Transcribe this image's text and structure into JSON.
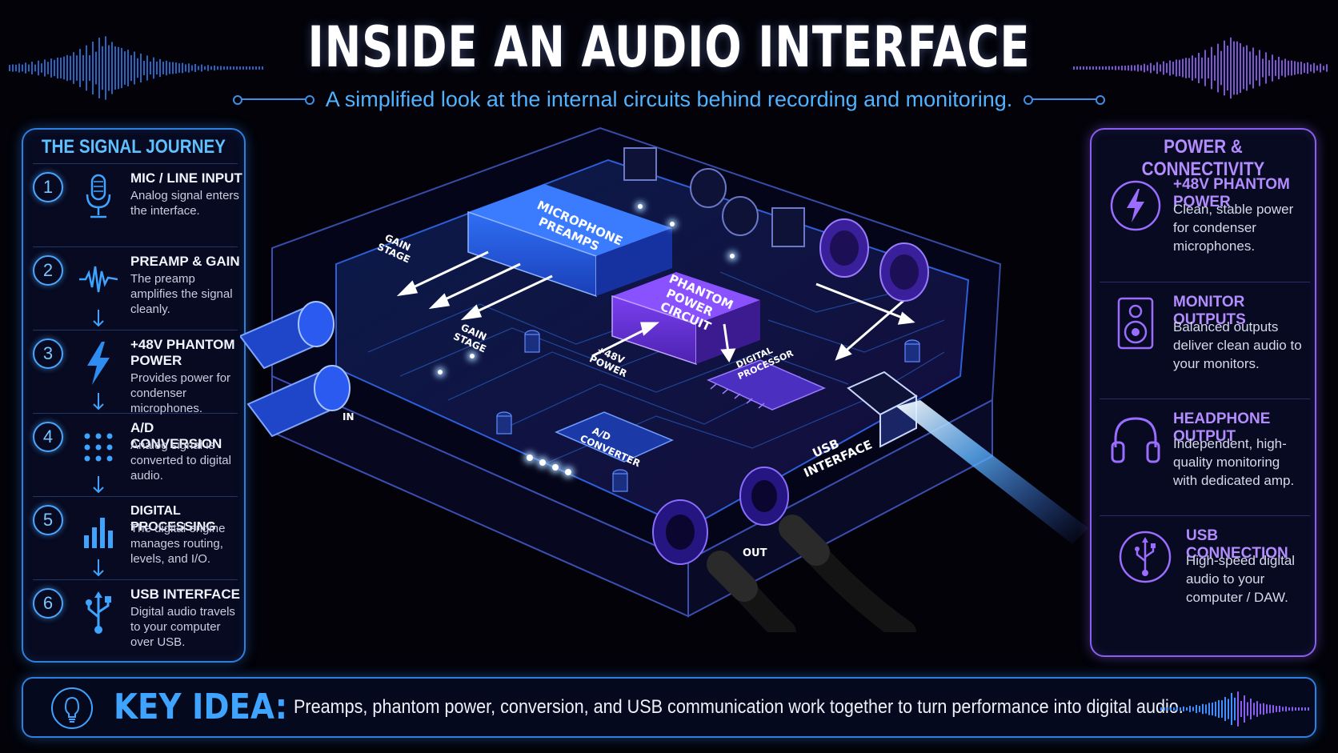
{
  "header": {
    "title": "INSIDE AN AUDIO INTERFACE",
    "subtitle": "A simplified look at the internal circuits behind recording and monitoring."
  },
  "signal_journey": {
    "title": "THE SIGNAL JOURNEY",
    "steps": [
      {
        "num": "1",
        "title": "MIC / LINE INPUT",
        "desc": "Analog signal enters the interface.",
        "icon": "microphone-icon"
      },
      {
        "num": "2",
        "title": "PREAMP & GAIN",
        "desc": "The preamp amplifies the signal cleanly.",
        "icon": "waveform-icon"
      },
      {
        "num": "3",
        "title": "+48V PHANTOM POWER",
        "desc": "Provides power for condenser microphones.",
        "icon": "lightning-icon"
      },
      {
        "num": "4",
        "title": "A/D CONVERSION",
        "desc": "Analog signal is converted to digital audio.",
        "icon": "dots-grid-icon"
      },
      {
        "num": "5",
        "title": "DIGITAL PROCESSING",
        "desc": "The digital engine manages routing, levels, and I/O.",
        "icon": "level-bars-icon"
      },
      {
        "num": "6",
        "title": "USB INTERFACE",
        "desc": "Digital audio travels to your computer over USB.",
        "icon": "usb-icon"
      }
    ]
  },
  "power_connectivity": {
    "title": "POWER & CONNECTIVITY",
    "items": [
      {
        "title": "+48V PHANTOM POWER",
        "desc": "Clean, stable power for condenser microphones.",
        "icon": "lightning-circle-icon"
      },
      {
        "title": "MONITOR OUTPUTS",
        "desc": "Balanced outputs deliver clean audio to your monitors.",
        "icon": "speaker-icon"
      },
      {
        "title": "HEADPHONE OUTPUT",
        "desc": "Independent, high-quality monitoring with dedicated amp.",
        "icon": "headphones-icon"
      },
      {
        "title": "USB CONNECTION",
        "desc": "High-speed digital audio to your computer / DAW.",
        "icon": "usb-circle-icon"
      }
    ]
  },
  "device_labels": {
    "preamps": "MICROPHONE\nPREAMPS",
    "phantom": "PHANTOM\nPOWER\nCIRCUIT",
    "gain1": "GAIN\nSTAGE",
    "gain2": "GAIN\nSTAGE",
    "power48": "+48V\nPOWER",
    "dsp": "DIGITAL\nPROCESSOR",
    "adc": "A/D\nCONVERTER",
    "usb": "USB\nINTERFACE",
    "out": "OUT",
    "in": "IN"
  },
  "key_idea": {
    "label": "KEY IDEA:",
    "text": "Preamps, phantom power, conversion, and USB communication work together to turn performance into digital audio."
  },
  "colors": {
    "blue_accent": "#3fa4ff",
    "purple_accent": "#8a5ff0",
    "background": "#020208"
  }
}
